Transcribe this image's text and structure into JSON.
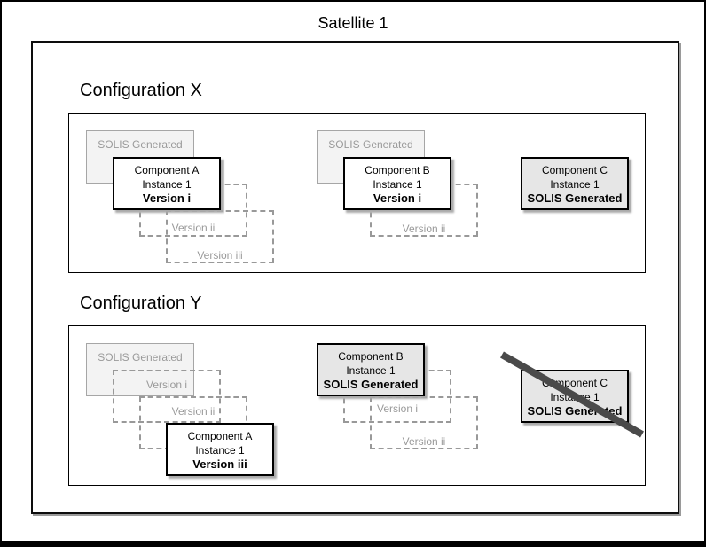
{
  "title": "Satellite 1",
  "configurations": {
    "x": {
      "heading": "Configuration X"
    },
    "y": {
      "heading": "Configuration Y"
    }
  },
  "boxes": {
    "xa_bg": "SOLIS Generated",
    "xa_main": [
      "Component A",
      "Instance 1",
      "Version i"
    ],
    "xa_v2": "Version ii",
    "xa_v3": "Version iii",
    "xb_bg": "SOLIS Generated",
    "xb_main": [
      "Component B",
      "Instance 1",
      "Version i"
    ],
    "xb_v2": "Version ii",
    "xc_main": [
      "Component C",
      "Instance 1",
      "SOLIS Generated"
    ],
    "ya_bg": "SOLIS Generated",
    "ya_v1": "Version i",
    "ya_v2": "Version ii",
    "ya_main": [
      "Component A",
      "Instance 1",
      "Version iii"
    ],
    "yb_main": [
      "Component B",
      "Instance 1",
      "SOLIS Generated"
    ],
    "yb_v1": "Version i",
    "yb_v2": "Version ii",
    "yc_main": [
      "Component C",
      "Instance 1",
      "SOLIS Generated"
    ]
  },
  "colors": {
    "component_fill_gray": "#e6e6e6",
    "background_box_fill": "#f3f3f3",
    "muted_text": "#9a9a9a",
    "dashed_border": "#999999",
    "strikethrough": "#4a4a4a",
    "border": "#000000"
  }
}
